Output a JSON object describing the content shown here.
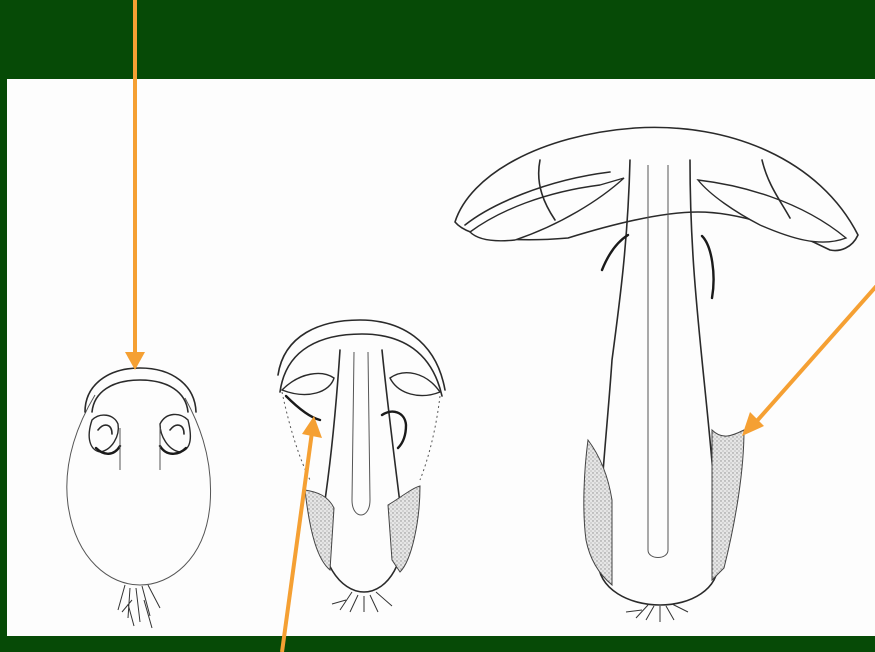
{
  "colors": {
    "background": "#064a06",
    "panel": "#fdfdfd",
    "arrow": "#f5a033",
    "ink": "#2a2a2a"
  },
  "figures": [
    "young-mushroom-egg-stage",
    "developing-mushroom-stage",
    "mature-mushroom-stage"
  ],
  "arrows": [
    "arrow-to-egg-top",
    "arrow-to-partial-veil",
    "arrow-to-volva"
  ]
}
